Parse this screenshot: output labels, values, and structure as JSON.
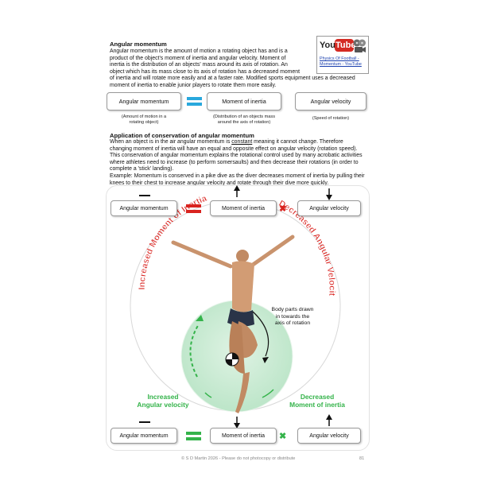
{
  "section1": {
    "title": "Angular momentum",
    "lines": [
      "Angular momentum is the amount of motion a rotating object has and is a",
      "product of the object's moment of inertia and angular velocity. Moment of",
      "inertia is the distribution of an objects' mass around its axis of rotation. An",
      "object which has its mass close to its axis of rotation has a decreased moment",
      "of inertia and will rotate more easily and at a faster rate. Modified sports equipment uses a decreased",
      "moment of inertia to enable junior players to rotate them more easily."
    ]
  },
  "youtube": {
    "logo_you": "You",
    "logo_tube": "Tube",
    "link_line1": "Physics Of Football -",
    "link_line2": "Momentum - YouTube"
  },
  "equation1": {
    "box1": "Angular momentum",
    "box2": "Moment of inertia",
    "box3": "Angular velocity",
    "cap1_line1": "(Amount of motion in a",
    "cap1_line2": "rotating object)",
    "cap2_line1": "(Distribution of an objects mass",
    "cap2_line2": "around the axis of rotation)",
    "cap3": "(Speed of rotation)"
  },
  "section2": {
    "title": "Application of conservation of angular momentum",
    "line1_pre": "When an object is in the air angular momentum is ",
    "line1_u": "constant",
    "line1_post": " meaning it cannot change. Therefore",
    "lines": [
      "changing moment of inertia will have an equal and opposite effect on angular velocity (rotation speed).",
      "This conservation of angular momentum explains the rotational control used by many acrobatic activities",
      "where athletes need to increase (to perform somersaults) and then decrease their rotations (in order to",
      "complete a 'stick' landing).",
      "Example: Momentum is conserved in a pike dive as the diver decreases moment of inertia by pulling their",
      "knees to their chest to increase angular velocity and rotate through their dive more quickly."
    ]
  },
  "equation_top": {
    "box1": "Angular momentum",
    "box2": "Moment of inertia",
    "box3": "Angular velocity"
  },
  "equation_bottom": {
    "box1": "Angular momentum",
    "box2": "Moment of inertia",
    "box3": "Angular velocity"
  },
  "diagram": {
    "arc_left": "Increased Moment of Inertia",
    "arc_right": "Decreased Angular Velocity",
    "annot_line1": "Body parts drawn",
    "annot_line2": "in towards the",
    "annot_line3": "axis of rotation",
    "green_left_line1": "Increased",
    "green_left_line2": "Angular velocity",
    "green_right_line1": "Decreased",
    "green_right_line2": "Moment of inertia"
  },
  "footer": {
    "copyright": "© S D Martin 2026 - Please do not photocopy or distribute",
    "page": "81"
  },
  "colors": {
    "blue": "#29a8dd",
    "red": "#d9231f",
    "green": "#34b34a",
    "green_fill": "#c6ead0"
  }
}
